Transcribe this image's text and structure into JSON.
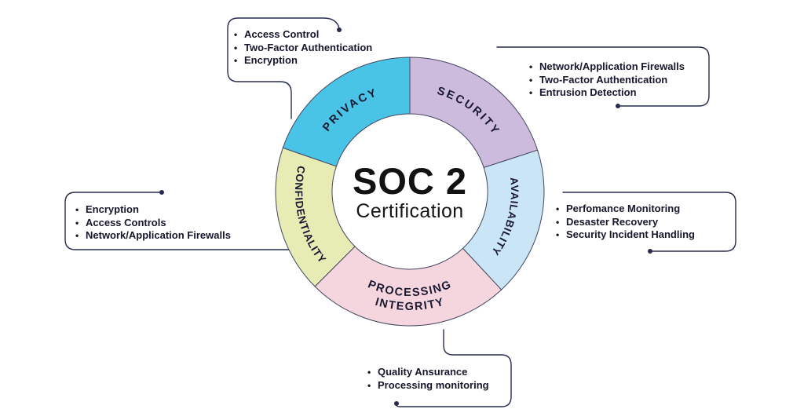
{
  "center": {
    "title": "SOC 2",
    "subtitle": "Certification"
  },
  "segments": [
    {
      "name": "SECURITY",
      "color": "#cdbbde"
    },
    {
      "name": "AVAILABILITY",
      "color": "#c9e5f6"
    },
    {
      "name": "PROCESSING INTEGRITY",
      "line1": "PROCESSING",
      "line2": "INTEGRITY",
      "color": "#f6d6de"
    },
    {
      "name": "CONFIDENTIALITY",
      "color": "#e7ecb5"
    },
    {
      "name": "PRIVACY",
      "color": "#49c3e6"
    }
  ],
  "callouts": {
    "privacy": {
      "items": [
        "Access Control",
        "Two-Factor Authentication",
        "Encryption"
      ]
    },
    "security": {
      "items": [
        "Network/Application Firewalls",
        "Two-Factor Authentication",
        "Entrusion Detection"
      ]
    },
    "confidentiality": {
      "items": [
        "Encryption",
        "Access Controls",
        "Network/Application Firewalls"
      ]
    },
    "availability": {
      "items": [
        "Perfomance Monitoring",
        "Desaster Recovery",
        "Security Incident Handling"
      ]
    },
    "processing_integrity": {
      "items": [
        "Quality Ansurance",
        "Processing monitoring"
      ]
    }
  },
  "style": {
    "connector_color": "#272c4e",
    "segment_outline": "#43465f",
    "text_color": "#16162d",
    "background": "#ffffff"
  }
}
